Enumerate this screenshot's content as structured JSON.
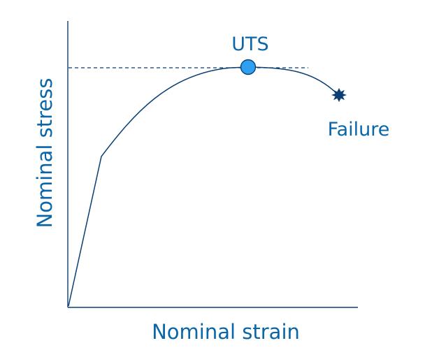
{
  "diagram": {
    "xlabel": "Nominal strain",
    "ylabel": "Nominal stress",
    "uts_label": "UTS",
    "failure_label": "Failure"
  },
  "colors": {
    "curve": "#0b3f73",
    "axes": "#0b3f73",
    "text": "#0a66a8",
    "uts_marker_fill": "#2f9ff0",
    "uts_marker_stroke": "#0b3f73",
    "failure_marker": "#0b3f73"
  }
}
